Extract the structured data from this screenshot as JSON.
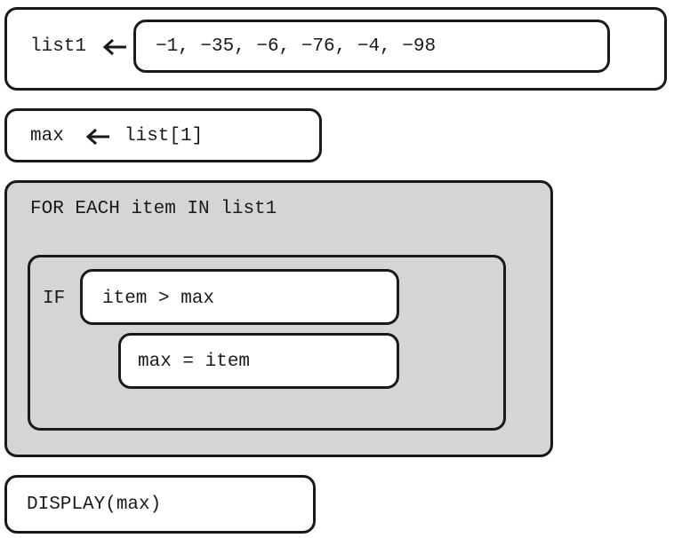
{
  "assignment_list": {
    "variable": "list1",
    "values": "−1, −35, −6, −76, −4, −98"
  },
  "assignment_max": {
    "variable": "max",
    "expression": "list[1]"
  },
  "loop": {
    "header": "FOR EACH item IN list1",
    "if_keyword": "IF",
    "condition": "item > max",
    "body": "max = item"
  },
  "display": {
    "statement": "DISPLAY(max)"
  },
  "colors": {
    "outline": "#1a1a1a",
    "loop_fill": "#d4d5d7",
    "block_fill": "#ffffff"
  },
  "icons": {
    "assignment_arrow": "left-arrow-icon"
  }
}
